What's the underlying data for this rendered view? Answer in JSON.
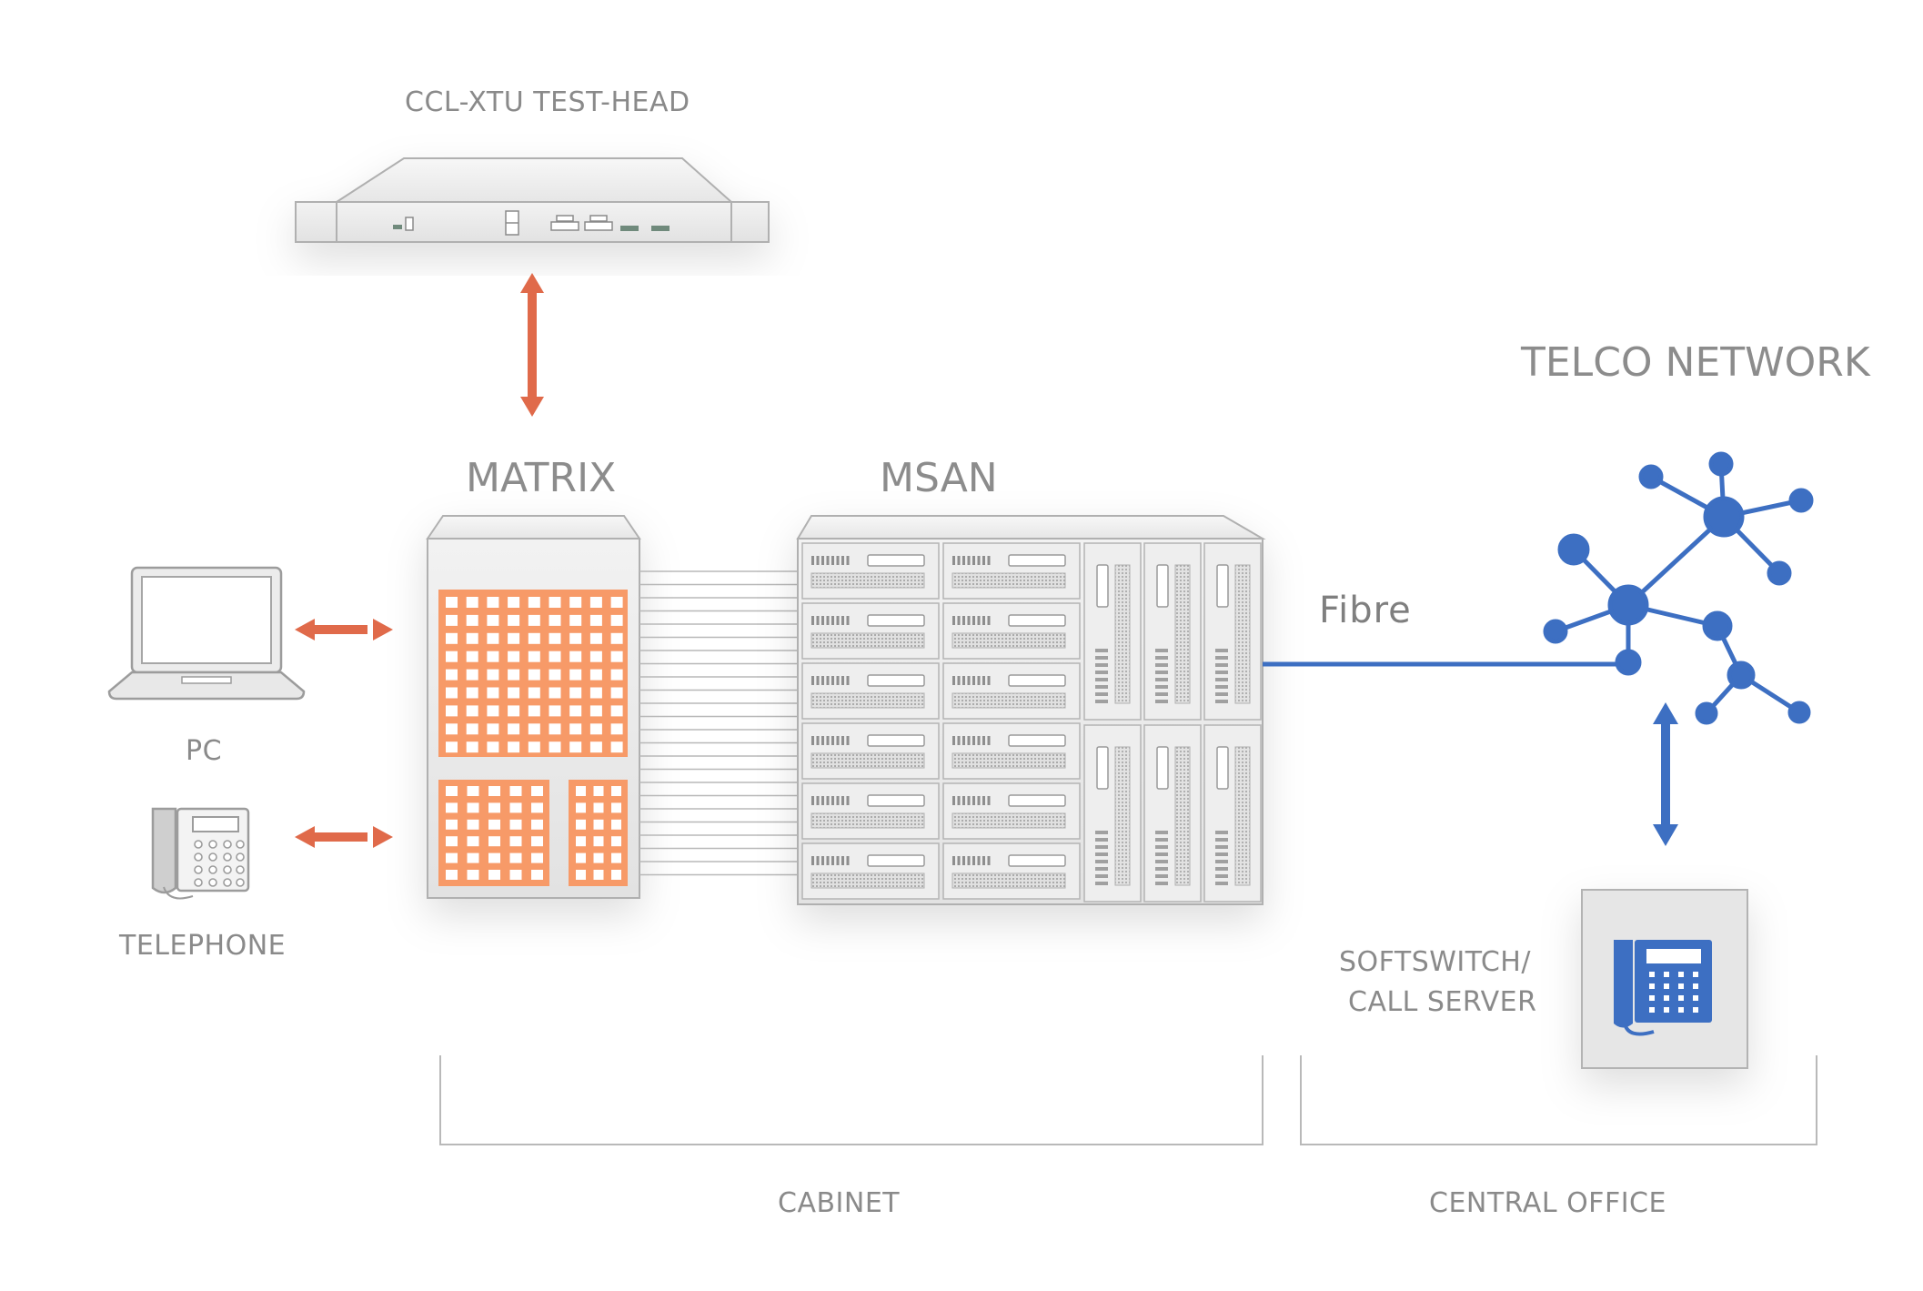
{
  "labels": {
    "test_head": "CCL-XTU TEST-HEAD",
    "matrix": "MATRIX",
    "msan": "MSAN",
    "telco_network": "TELCO NETWORK",
    "fibre": "Fibre",
    "pc": "PC",
    "telephone": "TELEPHONE",
    "softswitch_line1": "SOFTSWITCH/",
    "softswitch_line2": "CALL SERVER",
    "cabinet": "CABINET",
    "central_office": "CENTRAL OFFICE"
  },
  "colors": {
    "orange_arrow": "#e06a4a",
    "matrix_grid": "#f79a68",
    "blue": "#3d6fc2",
    "device_gray": "#e4e4e4",
    "outline_gray": "#a8a8a8",
    "label_gray": "#8a8a8a"
  }
}
